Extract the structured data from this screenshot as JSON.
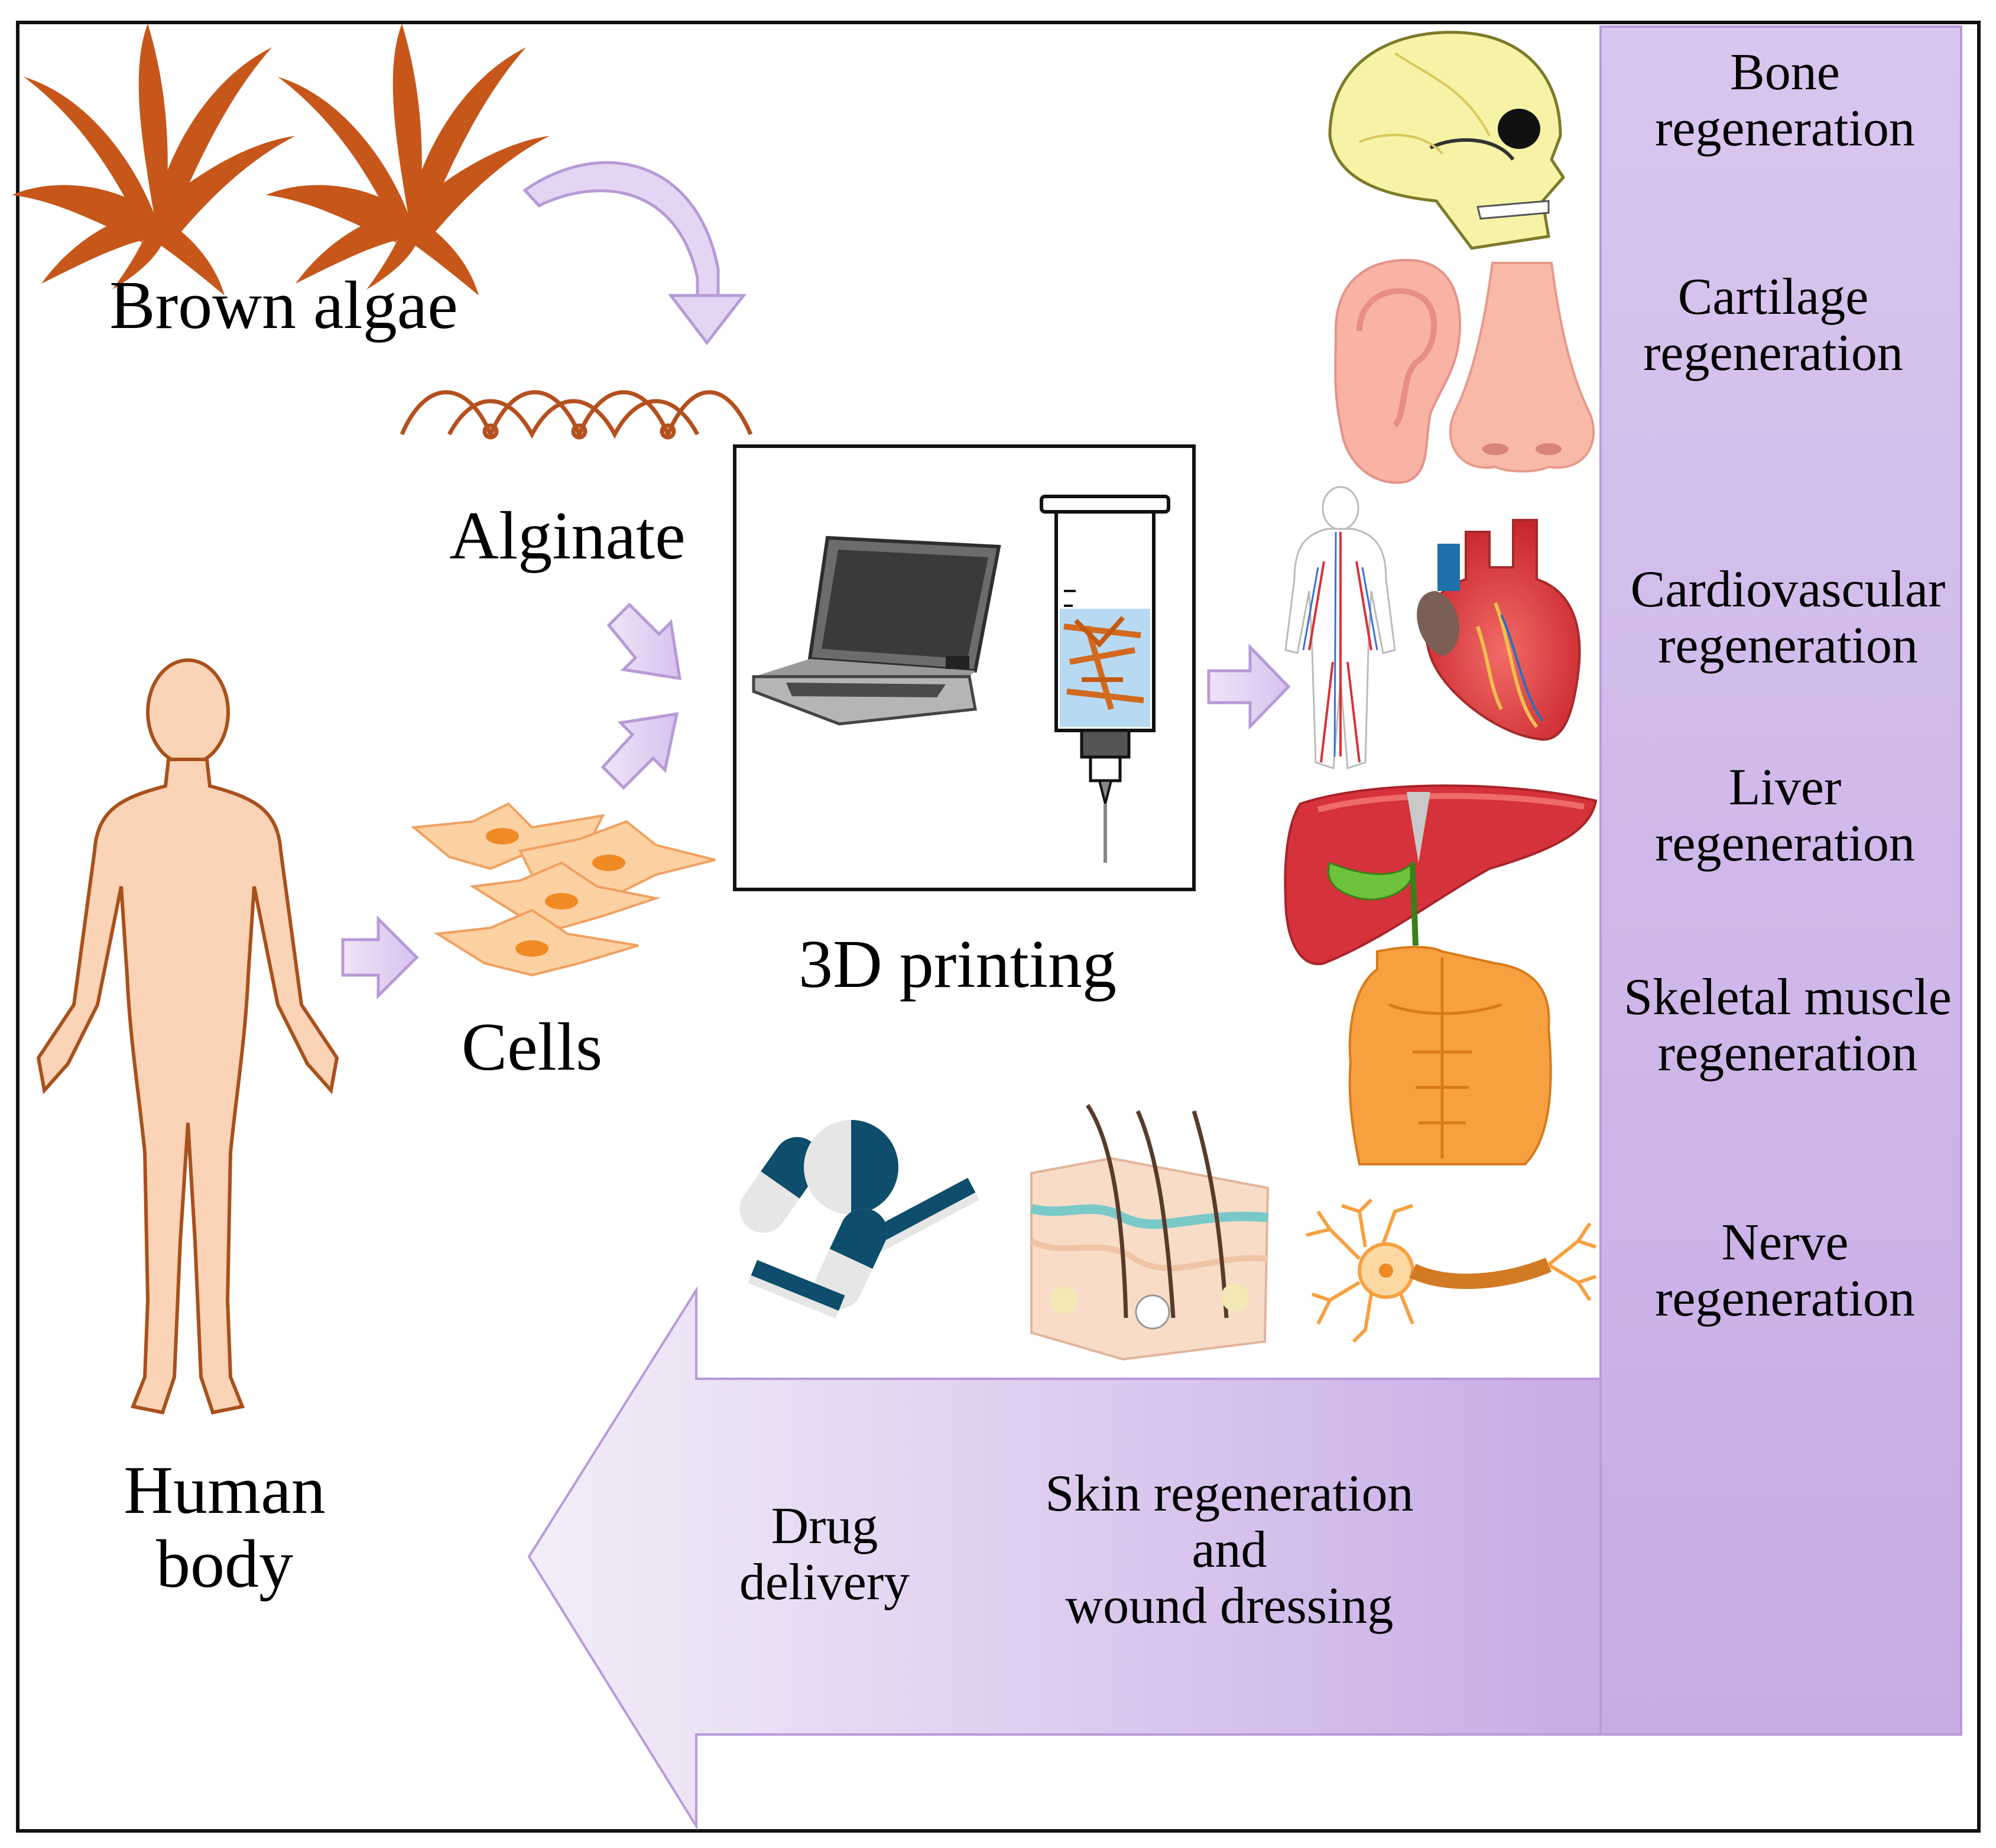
{
  "colors": {
    "frame": "#111111",
    "arrow_light": "#f1eaf8",
    "arrow_dark": "#c9aee6",
    "small_arrow_fill": "#e4d3f3",
    "small_arrow_stroke": "#b79ad6",
    "algae": "#c6561a",
    "body_fill": "#fbd3b6",
    "body_stroke": "#a8511c",
    "cell_fill": "#fcd1a1",
    "cell_nucleus": "#f08a25"
  },
  "icons": {
    "brown_algae": "seaweed-icon",
    "alginate": "alginate-chain-icon",
    "cells": "cells-icon",
    "human_body": "human-silhouette-icon",
    "printer": "laptop-and-syringe-icon",
    "skull": "skull-icon",
    "ear": "ear-icon",
    "nose": "nose-icon",
    "vessels": "vascular-system-icon",
    "heart": "heart-icon",
    "liver": "liver-icon",
    "muscle": "torso-muscle-icon",
    "pills": "pills-icon",
    "skin": "skin-section-icon",
    "neuron": "neuron-icon"
  },
  "labels": {
    "brown_algae": "Brown algae",
    "alginate": "Alginate",
    "cells": "Cells",
    "printing": "3D printing",
    "human_body": [
      "Human",
      "body"
    ],
    "bone": [
      "Bone",
      "regeneration"
    ],
    "cartilage": [
      "Cartilage",
      "regeneration"
    ],
    "cardiovascular": [
      "Cardiovascular",
      "regeneration"
    ],
    "liver": [
      "Liver",
      "regeneration"
    ],
    "skeletal_muscle": [
      "Skeletal muscle",
      "regeneration"
    ],
    "nerve": [
      "Nerve",
      "regeneration"
    ],
    "skin": [
      "Skin regeneration",
      "and",
      "wound dressing"
    ],
    "drug": [
      "Drug",
      "delivery"
    ]
  }
}
